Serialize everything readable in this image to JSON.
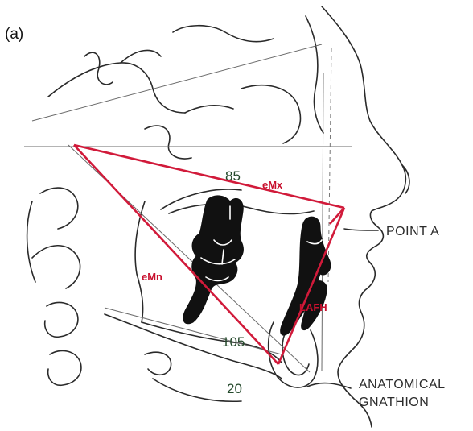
{
  "panel_label": "(a)",
  "angles": {
    "top": "85",
    "lower_left": "105",
    "bottom": "20"
  },
  "measures": {
    "maxillary": "eMx",
    "mandibular": "eMn",
    "lower_anterior_face_height": "LAFH"
  },
  "landmarks": {
    "point_a": "POINT A",
    "gnathion_line1": "ANATOMICAL",
    "gnathion_line2": "GNATHION"
  },
  "colors": {
    "triangle": "#d11a3a",
    "red_labels": "#c8102e",
    "angle_numbers": "#24492b",
    "ink": "#2a2a2a"
  }
}
